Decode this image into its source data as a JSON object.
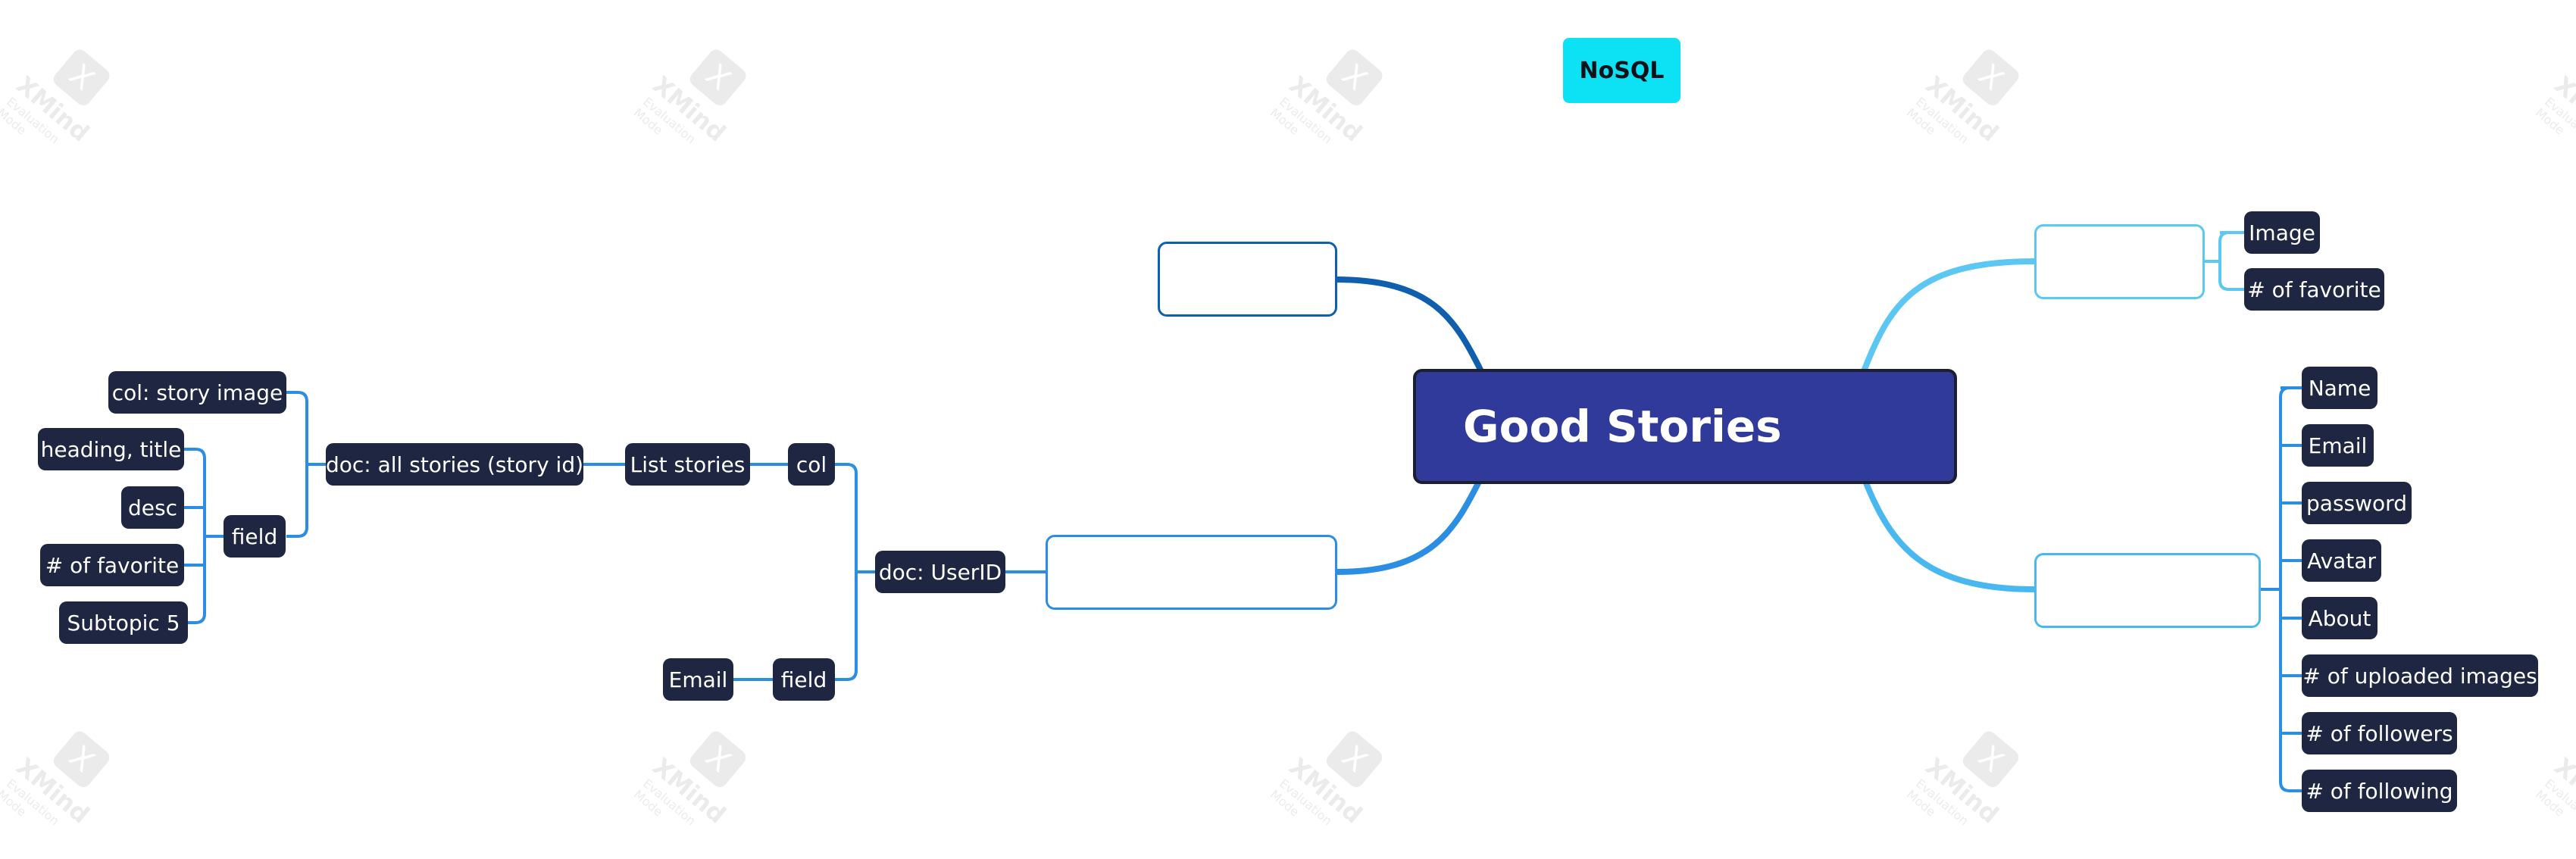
{
  "tag": {
    "label": "NoSQL",
    "color": "#0de2f5"
  },
  "central": {
    "title": "Good Stories",
    "fill": "#2f3a9a"
  },
  "left": {
    "top_branch": {
      "label": ""
    },
    "db_branch": {
      "label": ""
    },
    "doc_userid": "doc: UserID",
    "col": "col",
    "list_stories": "List stories",
    "doc_all_stories": "doc: all stories (story id)",
    "col_story_image": "col: story image",
    "field_story": "field",
    "story_fields": [
      "heading, title",
      "desc",
      "# of favorite",
      "Subtopic 5"
    ],
    "field_user": "field",
    "user_field_email": "Email"
  },
  "right": {
    "image_branch": {
      "label": "",
      "items": [
        "Image",
        "# of favorite"
      ]
    },
    "user_branch": {
      "label": "",
      "items": [
        "Name",
        "Email",
        "password",
        "Avatar",
        "About",
        "# of uploaded images",
        "# of followers",
        "# of following"
      ]
    }
  },
  "watermark": {
    "logo": "X",
    "text": "XMind",
    "sub": "Evaluation Mode"
  },
  "colors": {
    "branch_dark": "#0f5fae",
    "branch_mid": "#2b8ee3",
    "branch_light": "#5cc7f2",
    "leaf_fill": "#1e2642"
  }
}
